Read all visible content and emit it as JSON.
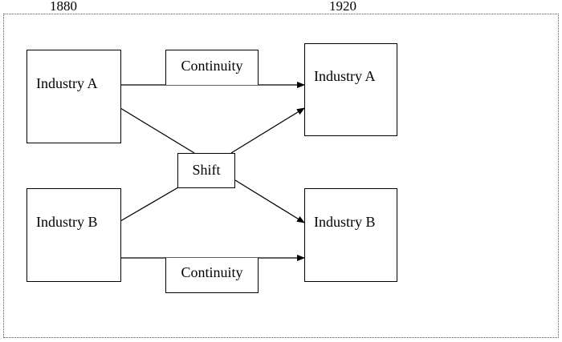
{
  "years": {
    "left": "1880",
    "right": "1920"
  },
  "nodes": {
    "a_1880": "Industry A",
    "b_1880": "Industry B",
    "a_1920": "Industry A",
    "b_1920": "Industry B",
    "continuity_top": "Continuity",
    "continuity_bottom": "Continuity",
    "shift": "Shift"
  }
}
